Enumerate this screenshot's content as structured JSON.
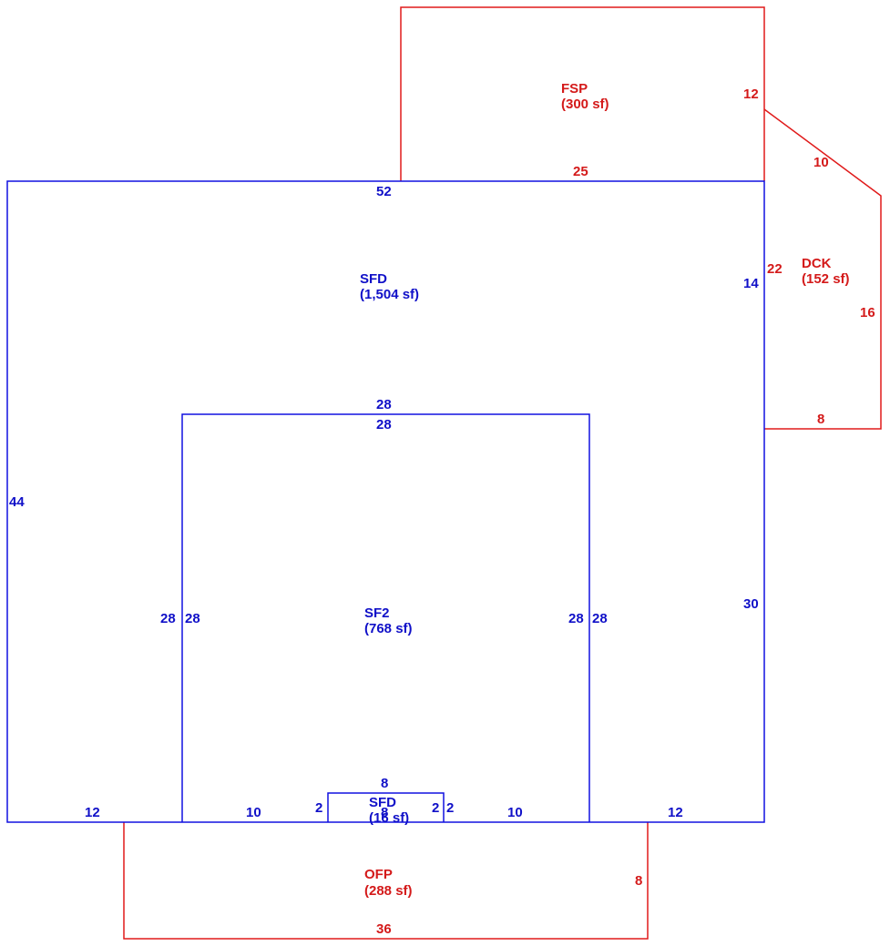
{
  "areas": {
    "fsp": {
      "name": "FSP",
      "area": "(300 sf)"
    },
    "sfd": {
      "name": "SFD",
      "area": "(1,504 sf)"
    },
    "dck": {
      "name": "DCK",
      "area": "(152 sf)"
    },
    "sf2": {
      "name": "SF2",
      "area": "(768 sf)"
    },
    "sfd_small": {
      "name": "SFD",
      "area": "(16 sf)"
    },
    "ofp": {
      "name": "OFP",
      "area": "(288 sf)"
    }
  },
  "dimensions": {
    "fsp_right": "12",
    "fsp_bottom": "25",
    "dck_diag": "10",
    "dck_left": "22",
    "dck_right": "16",
    "dck_bottom": "8",
    "sfd_top": "52",
    "sfd_right_upper": "14",
    "sfd_right_lower": "30",
    "sfd_left": "44",
    "sfd_bottom_left": "12",
    "sfd_bottom_right": "12",
    "sf2_top_outer": "28",
    "sf2_top_inner": "28",
    "sf2_left_outer": "28",
    "sf2_left_inner": "28",
    "sf2_right_inner": "28",
    "sf2_right_outer": "28",
    "sf2_bottom_left": "10",
    "sf2_bottom_right": "10",
    "small_top": "8",
    "small_bottom": "8",
    "small_left_outer": "2",
    "small_right_inner": "2",
    "small_right_outer": "2",
    "ofp_right": "8",
    "ofp_bottom": "36"
  },
  "colors": {
    "living": "#1010e0",
    "exterior": "#e01a1a"
  }
}
